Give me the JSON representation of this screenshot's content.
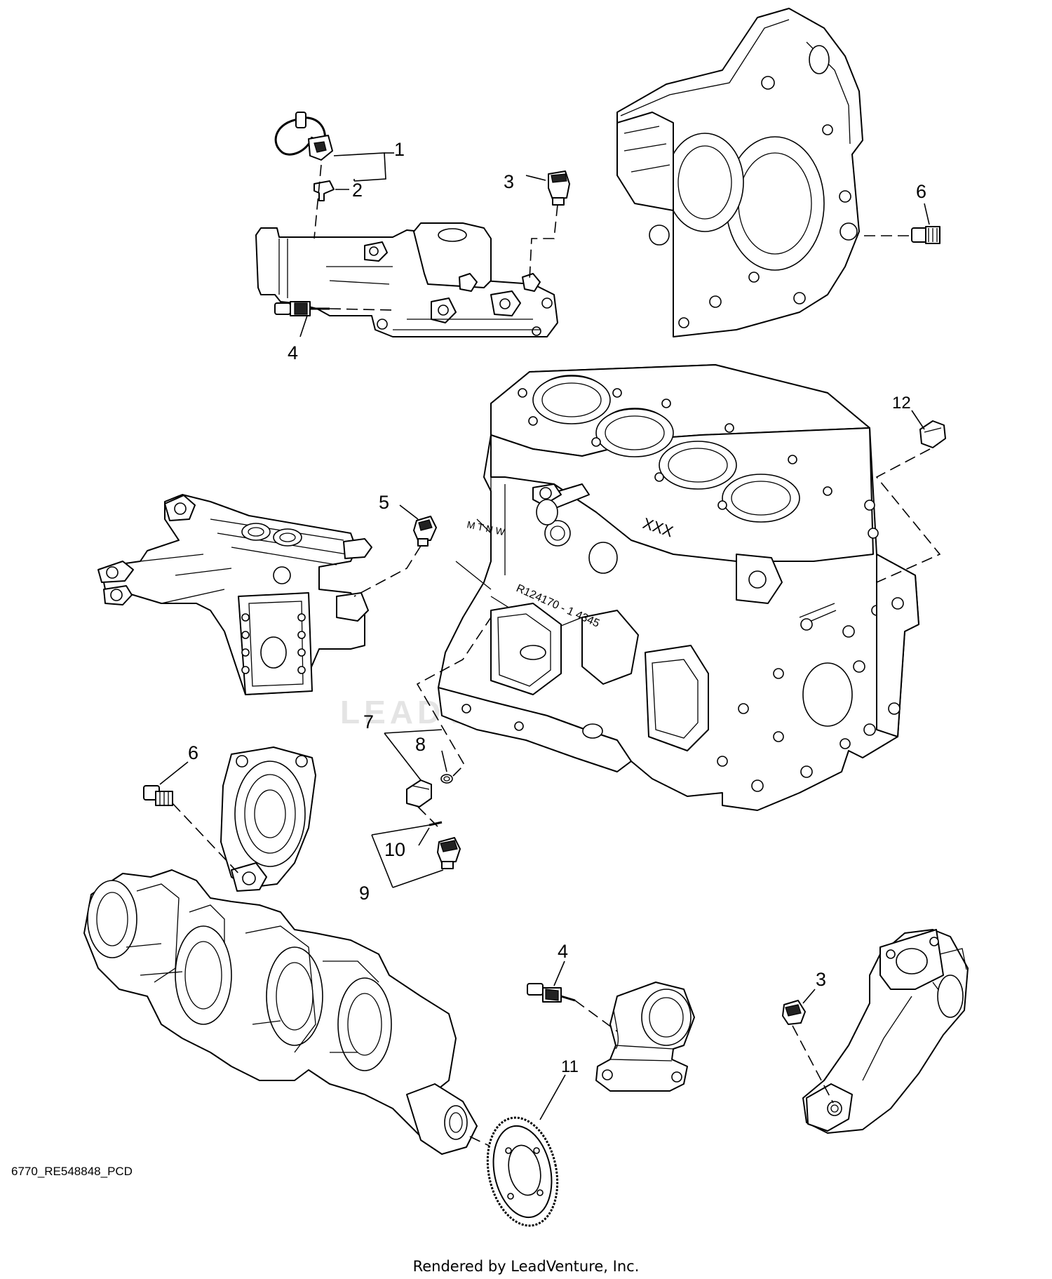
{
  "diagram": {
    "code": "6770_RE548848_PCD",
    "watermark": "LEADVENTURE",
    "credit": "Rendered by LeadVenture, Inc."
  },
  "callouts": {
    "c1": "1",
    "c2": "2",
    "c3_top": "3",
    "c4_top": "4",
    "c5": "5",
    "c6_right": "6",
    "c6_left": "6",
    "c7": "7",
    "c8": "8",
    "c9": "9",
    "c10": "10",
    "c11": "11",
    "c12": "12",
    "c4_bottom": "4",
    "c3_bottom": "3"
  },
  "block_markings": {
    "xxx": "XXX",
    "mtnw": "M T N W",
    "serial": "R124170 - 1 4345"
  }
}
